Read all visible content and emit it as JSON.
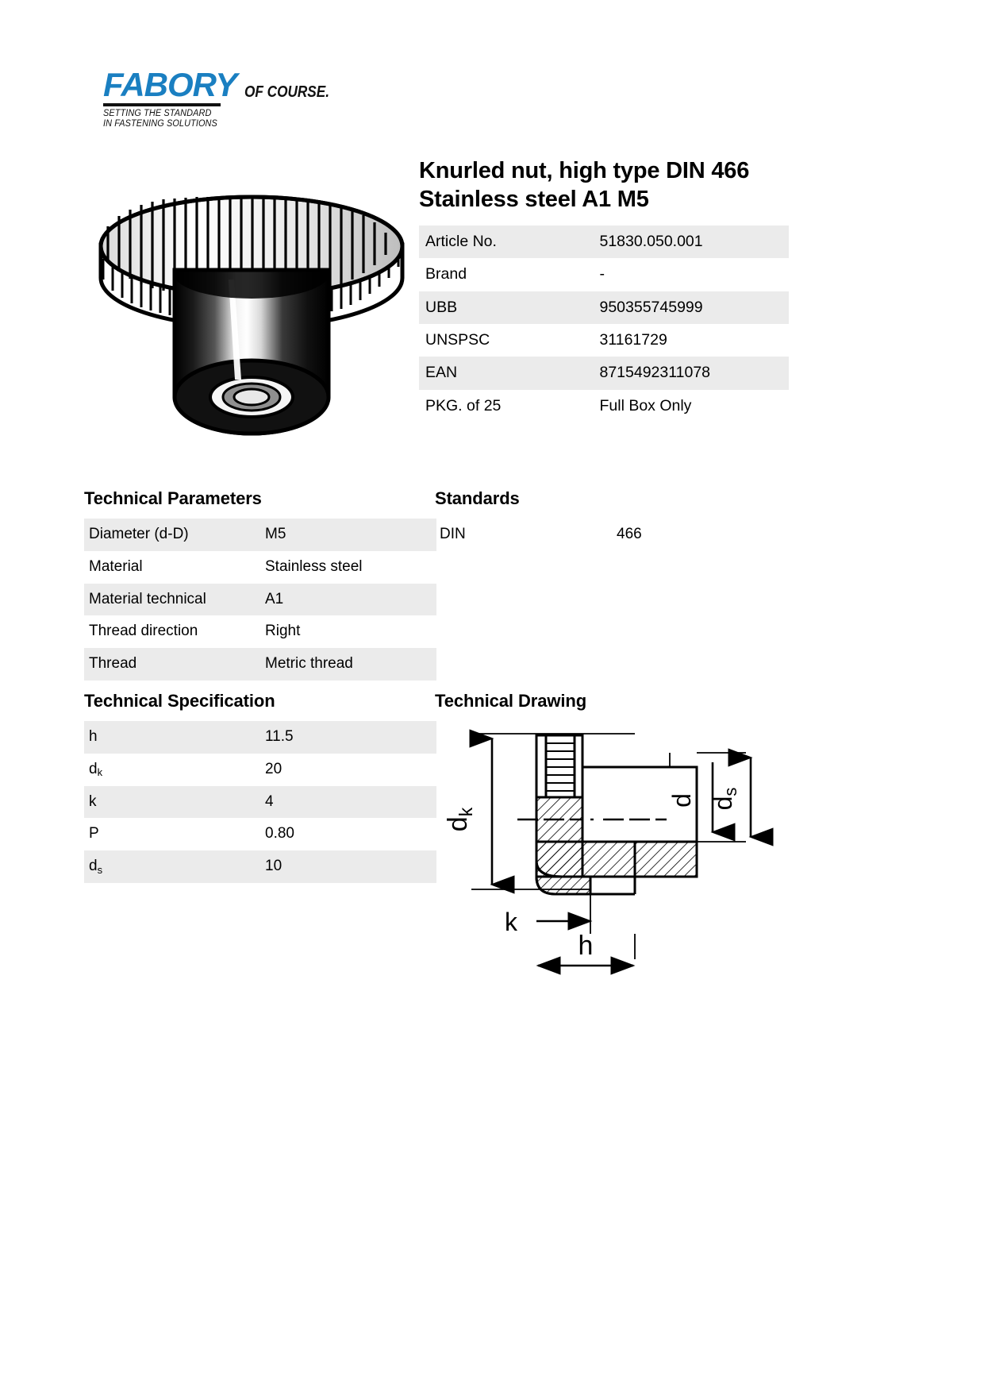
{
  "logo": {
    "brand": "FABORY",
    "suffix": "OF COURSE.",
    "tagline_line1": "SETTING THE STANDARD",
    "tagline_line2": "IN FASTENING SOLUTIONS",
    "brand_color": "#1a7fc1"
  },
  "product": {
    "title": "Knurled nut, high type DIN 466 Stainless steel A1 M5",
    "photo_alt": "knurled-nut-photo"
  },
  "article_table": {
    "rows": [
      {
        "key": "Article No.",
        "value": "51830.050.001"
      },
      {
        "key": "Brand",
        "value": "-"
      },
      {
        "key": "UBB",
        "value": "950355745999"
      },
      {
        "key": "UNSPSC",
        "value": "31161729"
      },
      {
        "key": "EAN",
        "value": "8715492311078"
      },
      {
        "key": "PKG. of 25",
        "value": "Full Box Only"
      }
    ]
  },
  "technical_parameters": {
    "heading": "Technical Parameters",
    "rows": [
      {
        "key": "Diameter (d-D)",
        "value": "M5"
      },
      {
        "key": "Material",
        "value": "Stainless steel"
      },
      {
        "key": "Material technical",
        "value": "A1"
      },
      {
        "key": "Thread direction",
        "value": "Right"
      },
      {
        "key": "Thread",
        "value": "Metric thread"
      }
    ]
  },
  "standards": {
    "heading": "Standards",
    "rows": [
      {
        "key": "DIN",
        "value": "466"
      }
    ]
  },
  "technical_specification": {
    "heading": "Technical Specification",
    "rows": [
      {
        "key": "h",
        "key_sub": "",
        "value": "11.5"
      },
      {
        "key": "d",
        "key_sub": "k",
        "value": "20"
      },
      {
        "key": "k",
        "key_sub": "",
        "value": "4"
      },
      {
        "key": "P",
        "key_sub": "",
        "value": "0.80"
      },
      {
        "key": "d",
        "key_sub": "s",
        "value": "10"
      }
    ]
  },
  "technical_drawing": {
    "heading": "Technical Drawing",
    "labels": {
      "dk": "d",
      "dk_sub": "k",
      "d": "d",
      "ds": "d",
      "ds_sub": "s",
      "k": "k",
      "h": "h"
    }
  }
}
